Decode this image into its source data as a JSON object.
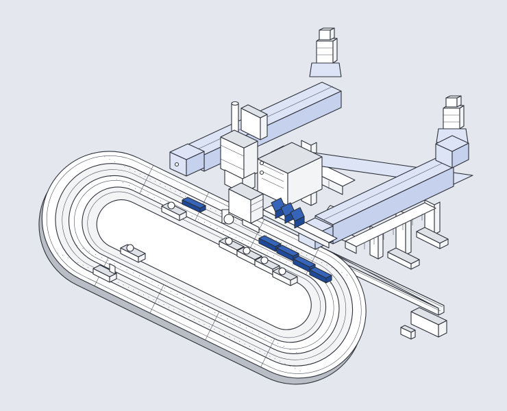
{
  "scene": {
    "background": "#e4e8ee",
    "stroke": "#2c3038",
    "frame_color": "#dde4f6",
    "accent_color": "#1f4a99",
    "part_fill": "#ffffff"
  },
  "components": [
    {
      "id": "oval-track",
      "icon": "oval-conveyor-track"
    },
    {
      "id": "gantry-beam-rear",
      "icon": "linear-axis-beam"
    },
    {
      "id": "gantry-beam-front",
      "icon": "linear-axis-beam"
    },
    {
      "id": "servo-motor-left",
      "icon": "servo-motor"
    },
    {
      "id": "servo-motor-right",
      "icon": "servo-motor"
    },
    {
      "id": "cable-chain",
      "icon": "energy-chain"
    },
    {
      "id": "z-axis-head",
      "icon": "vertical-actuator"
    },
    {
      "id": "movers",
      "icon": "track-carrier",
      "count": 6
    },
    {
      "id": "linear-rail",
      "icon": "linear-guide-rail"
    },
    {
      "id": "support-feet",
      "icon": "pedestal",
      "count": 4
    }
  ]
}
